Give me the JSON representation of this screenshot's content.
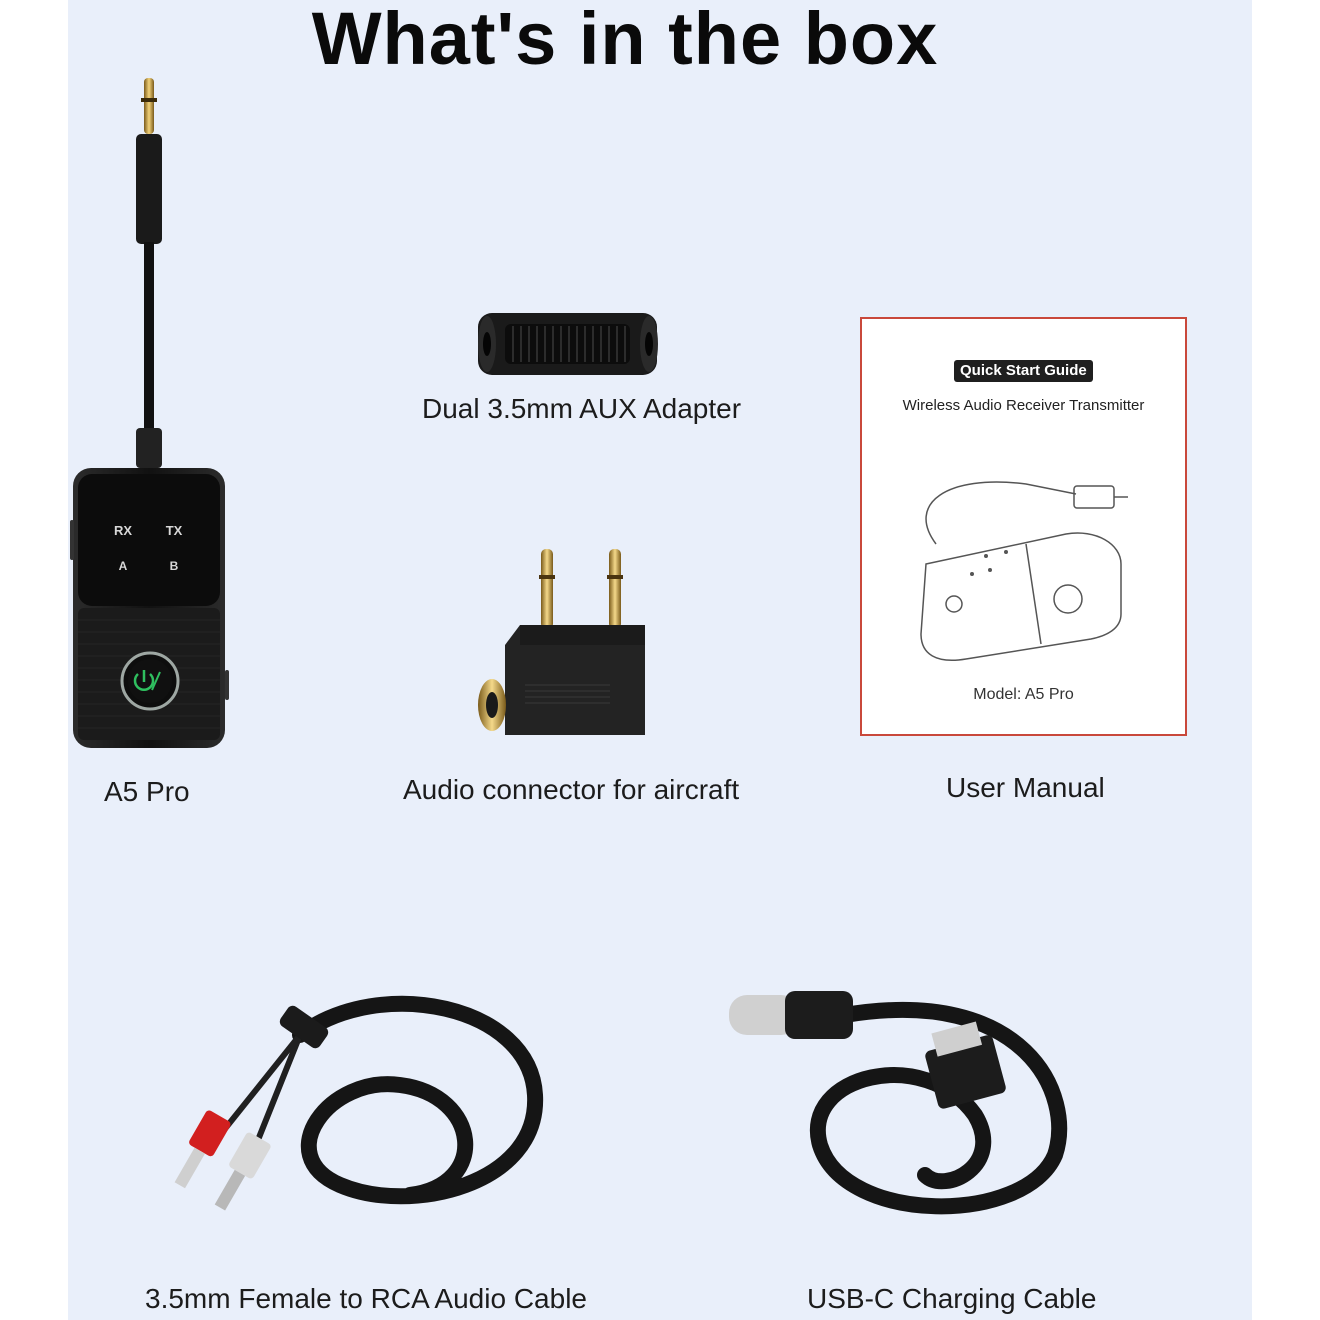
{
  "title": "What's in the box",
  "items": [
    {
      "caption": "A5 Pro",
      "icon": "a5-pro-device-icon"
    },
    {
      "caption": "Dual 3.5mm AUX Adapter",
      "icon": "aux-adapter-icon"
    },
    {
      "caption": "Audio connector for aircraft",
      "icon": "aircraft-connector-icon"
    },
    {
      "caption": "User Manual",
      "icon": "user-manual-icon"
    },
    {
      "caption": "3.5mm Female to RCA Audio Cable",
      "icon": "rca-cable-icon"
    },
    {
      "caption": "USB-C Charging Cable",
      "icon": "usb-c-cable-icon"
    }
  ],
  "device": {
    "rx": "RX",
    "tx": "TX",
    "a": "A",
    "b": "B"
  },
  "manual": {
    "badge": "Quick Start Guide",
    "subtitle": "Wireless Audio Receiver Transmitter",
    "model": "Model: A5 Pro"
  },
  "colors": {
    "background": "#e9effa",
    "manual_border": "#c9483b",
    "led_green": "#2fbf5f",
    "rca_red": "#d21f1f"
  }
}
